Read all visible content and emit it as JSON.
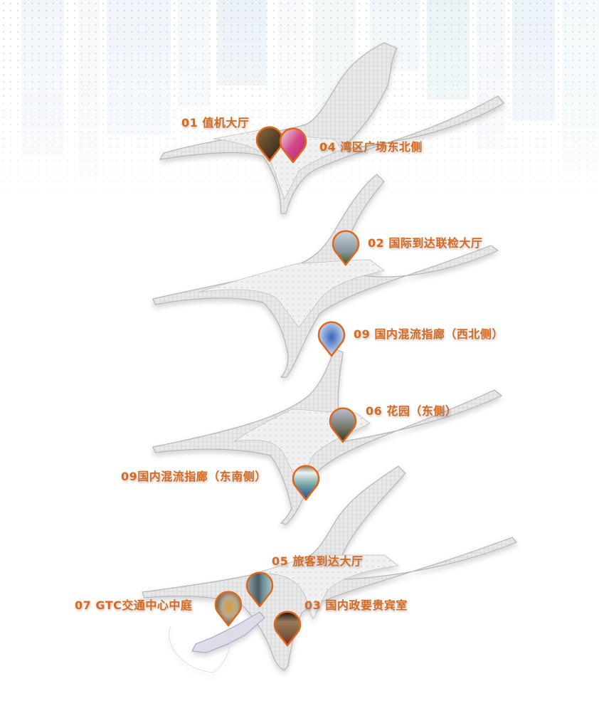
{
  "diagram": {
    "type": "airport-terminal-exploded-floor-plan",
    "accent_color": "#D9691F",
    "pin_border_color": "#E0661A",
    "floors": [
      {
        "level": 1,
        "name": "floor-top"
      },
      {
        "level": 2,
        "name": "floor-2"
      },
      {
        "level": 3,
        "name": "floor-3"
      },
      {
        "level": 4,
        "name": "floor-bottom"
      }
    ],
    "locations": [
      {
        "id": "01",
        "label": "01 值机大厅",
        "floor": 1,
        "photo_tone": [
          "#3a2a1c",
          "#8a6a40"
        ]
      },
      {
        "id": "04",
        "label": "04 湾区广场东北侧",
        "floor": 1,
        "photo_tone": [
          "#c23a78",
          "#f0e0e8"
        ]
      },
      {
        "id": "02",
        "label": "02 国际到达联检大厅",
        "floor": 2,
        "photo_tone": [
          "#7a8a90",
          "#d8e0e4"
        ]
      },
      {
        "id": "09a",
        "label": "09 国内混流指廊（西北侧）",
        "floor": 2,
        "photo_tone": [
          "#2050a8",
          "#e8eef6"
        ]
      },
      {
        "id": "06",
        "label": "06 花园（东侧）",
        "floor": 3,
        "photo_tone": [
          "#4a5a3a",
          "#b8c0d0"
        ]
      },
      {
        "id": "09b",
        "label": "09国内混流指廊（东南侧）",
        "floor": 3,
        "photo_tone": [
          "#3a6a80",
          "#e8ecec"
        ]
      },
      {
        "id": "05",
        "label": "05 旅客到达大厅",
        "floor": 4,
        "photo_tone": [
          "#4a6670",
          "#a8c4c8"
        ]
      },
      {
        "id": "07",
        "label": "07 GTC交通中心中庭",
        "floor": 4,
        "photo_tone": [
          "#c89a40",
          "#d8d0c4"
        ]
      },
      {
        "id": "03",
        "label": "03 国内政要贵宾室",
        "floor": 4,
        "photo_tone": [
          "#1a1410",
          "#9a7a5a"
        ]
      }
    ]
  }
}
